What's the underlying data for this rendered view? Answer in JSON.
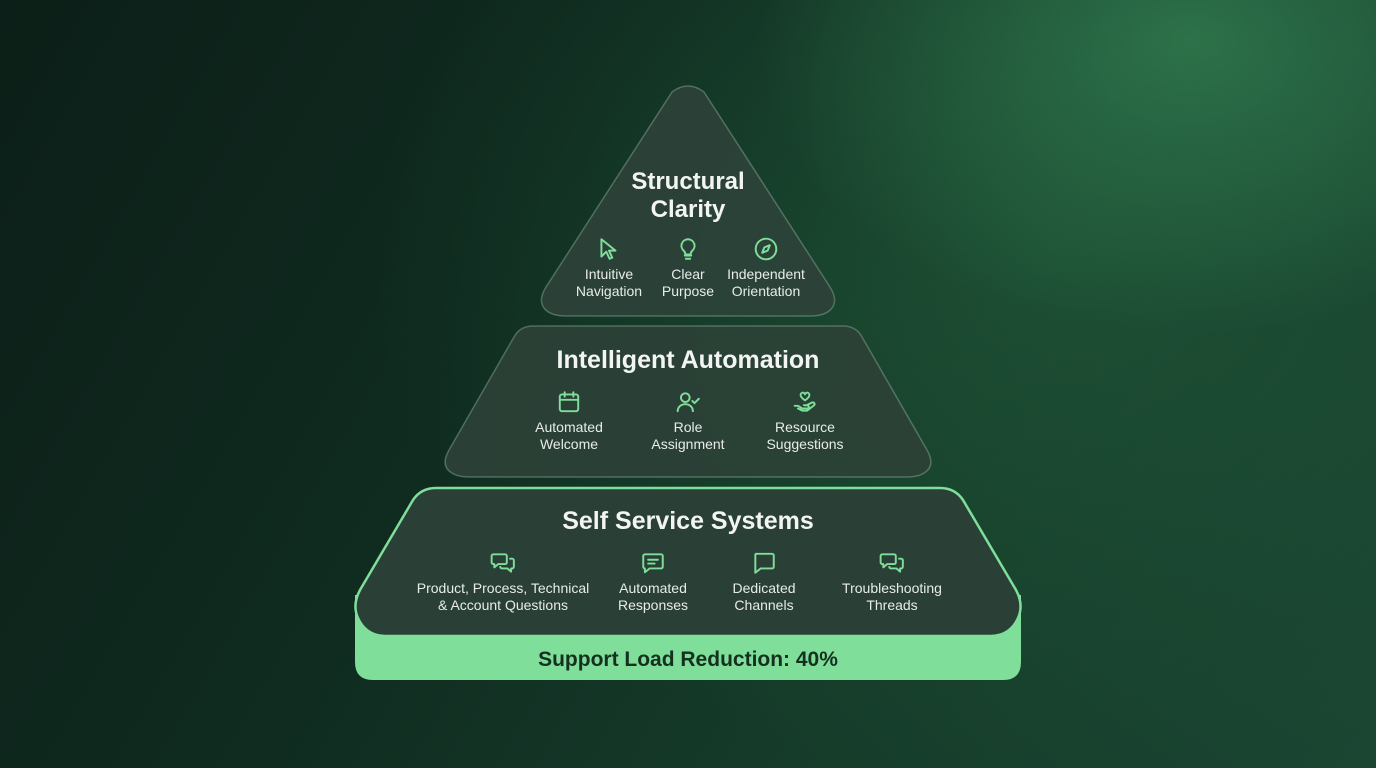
{
  "colors": {
    "accent": "#7ede9a",
    "tier_fill": "#2a3f35",
    "text": "#f2f5f2",
    "metric_text": "#14301f"
  },
  "tiers": {
    "top": {
      "title_line1": "Structural",
      "title_line2": "Clarity",
      "items": [
        {
          "icon": "cursor-pointer-icon",
          "label": "Intuitive\nNavigation"
        },
        {
          "icon": "lightbulb-icon",
          "label": "Clear\nPurpose"
        },
        {
          "icon": "compass-icon",
          "label": "Independent\nOrientation"
        }
      ]
    },
    "middle": {
      "title": "Intelligent Automation",
      "items": [
        {
          "icon": "calendar-icon",
          "label": "Automated\nWelcome"
        },
        {
          "icon": "user-check-icon",
          "label": "Role\nAssignment"
        },
        {
          "icon": "hand-heart-icon",
          "label": "Resource\nSuggestions"
        }
      ]
    },
    "bottom": {
      "title": "Self Service Systems",
      "items": [
        {
          "icon": "chat-bubbles-icon",
          "label": "Product, Process, Technical\n& Account Questions"
        },
        {
          "icon": "message-text-icon",
          "label": "Automated\nResponses"
        },
        {
          "icon": "message-square-icon",
          "label": "Dedicated\nChannels"
        },
        {
          "icon": "chat-bubbles-icon",
          "label": "Troubleshooting\nThreads"
        }
      ]
    }
  },
  "metric": {
    "text": "Support Load Reduction: 40%"
  }
}
